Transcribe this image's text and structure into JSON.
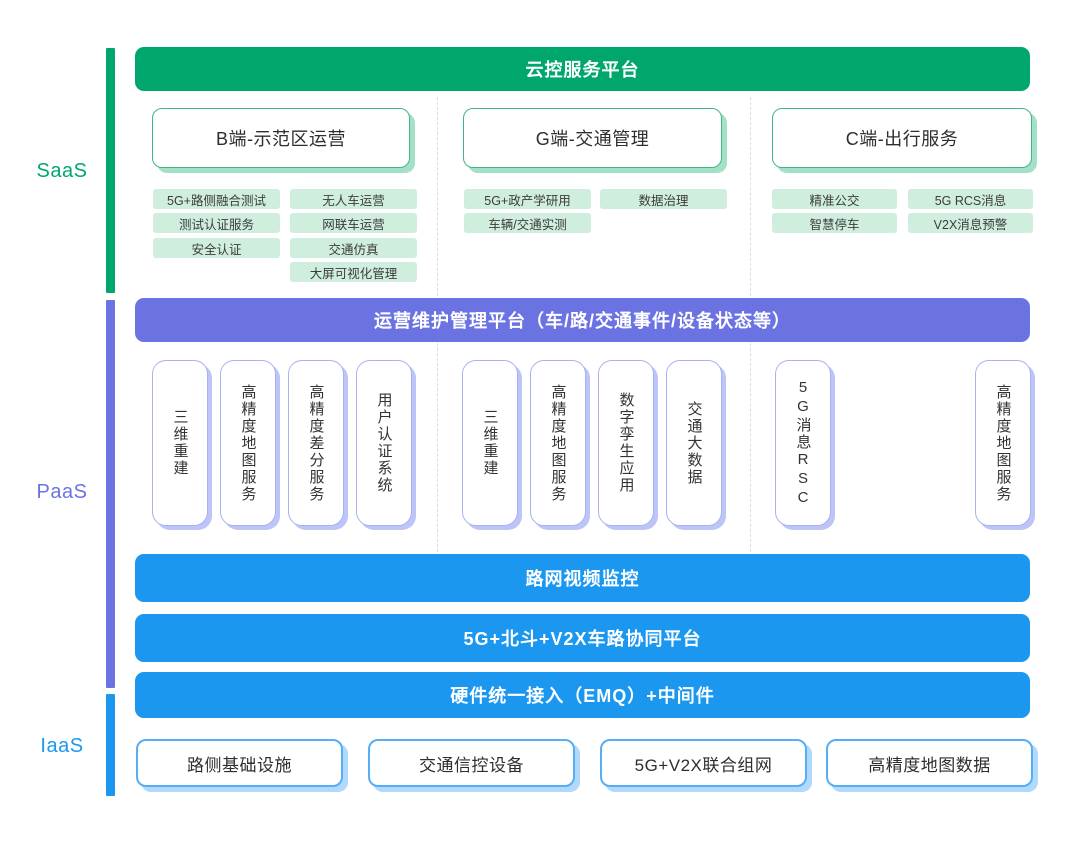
{
  "layers": [
    {
      "label": "SaaS",
      "color": "#00a76d"
    },
    {
      "label": "PaaS",
      "color": "#6b73e3"
    },
    {
      "label": "IaaS",
      "color": "#1b97f0"
    }
  ],
  "saas": {
    "banner": "云控服务平台",
    "columns": [
      {
        "title": "B端-示范区运营",
        "tags_left": [
          "5G+路侧融合测试",
          "测试认证服务",
          "安全认证"
        ],
        "tags_right": [
          "无人车运营",
          "网联车运营",
          "交通仿真",
          "大屏可视化管理"
        ]
      },
      {
        "title": "G端-交通管理",
        "tags_left": [
          "5G+政产学研用",
          "车辆/交通实测"
        ],
        "tags_right": [
          "数据治理"
        ]
      },
      {
        "title": "C端-出行服务",
        "tags_left": [
          "精准公交",
          "智慧停车"
        ],
        "tags_right": [
          "5G RCS消息",
          "V2X消息预警"
        ]
      }
    ]
  },
  "paas": {
    "banner": "运营维护管理平台（车/路/交通事件/设备状态等）",
    "vertical_cards": [
      "三维重建",
      "高精度地图服务",
      "高精度差分服务",
      "用户认证系统",
      "三维重建",
      "高精度地图服务",
      "数字孪生应用",
      "交通大数据",
      "5G消息RSC",
      "高精度地图服务"
    ],
    "sub_banners": [
      "路网视频监控",
      "5G+北斗+V2X车路协同平台"
    ]
  },
  "iaas": {
    "banner": "硬件统一接入（EMQ）+中间件",
    "cards": [
      "路侧基础设施",
      "交通信控设备",
      "5G+V2X联合组网",
      "高精度地图数据"
    ]
  },
  "colors": {
    "green": "#00a76d",
    "purple": "#6b73e3",
    "blue": "#1b97f0",
    "tag_bg": "#cfeedd"
  }
}
